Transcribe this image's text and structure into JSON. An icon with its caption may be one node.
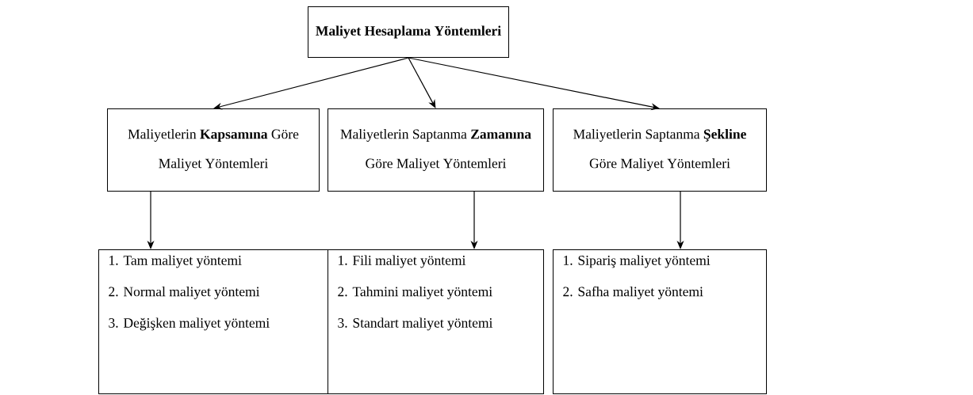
{
  "diagram": {
    "nodes": [
      {
        "text": [
          "Maliyet Hesaplama Yöntemleri"
        ]
      },
      {
        "text": [
          "Maliyetlerin **Kapsamına** Göre Maliyet Yöntemleri"
        ]
      },
      {
        "text": [
          "Maliyetlerin Saptanma **Zamanına** Göre Maliyet Yöntemleri"
        ]
      },
      {
        "text": [
          "Maliyetlerin Saptanma **Şekline** Göre Maliyet Yöntemleri"
        ]
      },
      {
        "text": [
          "1. Tam maliyet yöntemi",
          "2. Normal maliyet yöntemi",
          "3. Değişken maliyet yöntemi"
        ]
      },
      {
        "text": [
          "1. Fili maliyet yöntemi",
          "2. Tahmini maliyet yöntemi",
          "3. Standart maliyet yöntemi"
        ]
      },
      {
        "text": [
          "1. Sipariş maliyet yöntemi",
          "2. Safha maliyet yöntemi"
        ]
      }
    ],
    "edges": [
      {
        "from": 0,
        "to": 1,
        "arrow": "to"
      },
      {
        "from": 0,
        "to": 2,
        "arrow": "to"
      },
      {
        "from": 0,
        "to": 3,
        "arrow": "to"
      },
      {
        "from": 1,
        "to": 4,
        "arrow": "to"
      },
      {
        "from": 2,
        "to": 5,
        "arrow": "to"
      },
      {
        "from": 3,
        "to": 6,
        "arrow": "to"
      }
    ]
  }
}
